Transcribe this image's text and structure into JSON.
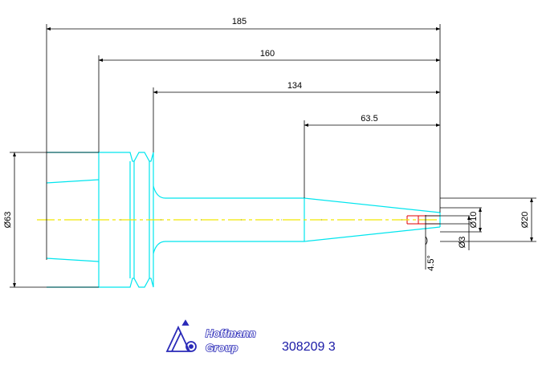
{
  "drawing": {
    "dimensions": {
      "overall_length": "185",
      "length_160": "160",
      "length_134": "134",
      "taper_length": "63.5",
      "flange_diameter": "Ø63",
      "tip_diameter_10": "Ø10",
      "tip_diameter_20": "Ø20",
      "bore_diameter": "Ø3",
      "taper_angle": "4.5°"
    },
    "colors": {
      "outline": "#00e5ee",
      "centerline": "#f2e600",
      "dimension": "#000000",
      "hidden_bore": "#e00000",
      "brand": "#2a2ab8"
    }
  },
  "logo": {
    "line1": "Hoffmann",
    "line2": "Group"
  },
  "part_number": "308209 3"
}
